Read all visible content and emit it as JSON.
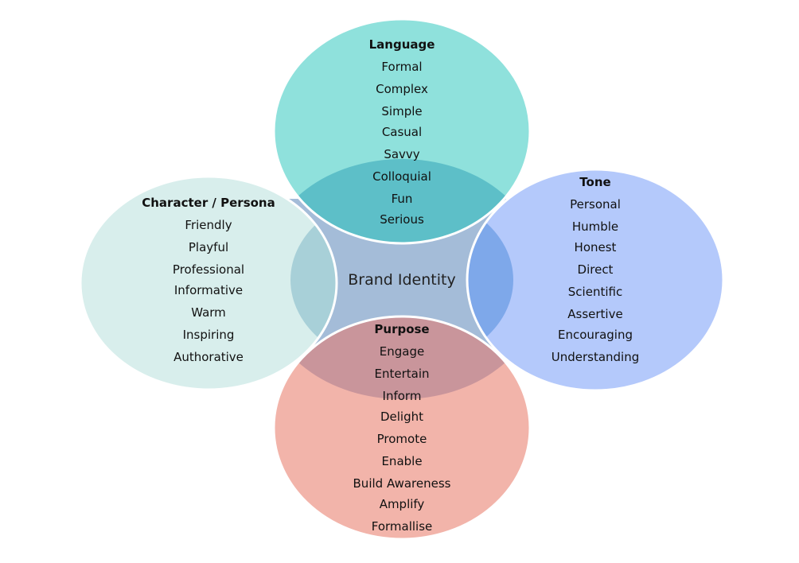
{
  "center": {
    "label": "Brand Identity"
  },
  "circles": {
    "language": {
      "title": "Language",
      "items": [
        "Formal",
        "Complex",
        "Simple",
        "Casual",
        "Savvy",
        "Colloquial",
        "Fun",
        "Serious"
      ],
      "color": "#8fe1dc"
    },
    "character": {
      "title": "Character / Persona",
      "items": [
        "Friendly",
        "Playful",
        "Professional",
        "Informative",
        "Warm",
        "Inspiring",
        "Authorative"
      ],
      "color": "#d8eeec"
    },
    "tone": {
      "title": "Tone",
      "items": [
        "Personal",
        "Humble",
        "Honest",
        "Direct",
        "Scientific",
        "Assertive",
        "Encouraging",
        "Understanding"
      ],
      "color": "#b4c9fb"
    },
    "purpose": {
      "title": "Purpose",
      "items": [
        "Engage",
        "Entertain",
        "Inform",
        "Delight",
        "Promote",
        "Enable",
        "Build Awareness",
        "Amplify",
        "Formallise"
      ],
      "color": "#f2b4aa"
    }
  },
  "overlap_colors": {
    "center": "#a4bcd8",
    "language_character": "#a8d0d8",
    "language_tone": "#7ea8ea",
    "purpose_character": "#c8a8ae",
    "purpose_language": "#c0959e",
    "language_core": "#5dbfc8",
    "purpose_core": "#c9959b"
  }
}
